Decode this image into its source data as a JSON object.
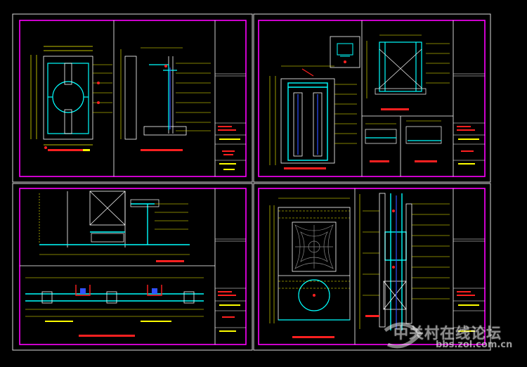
{
  "watermark": {
    "site_name": "中关村在线论坛",
    "site_url": "bbs.zol.com.cn"
  },
  "colors": {
    "background": "#000000",
    "sheet_border": "#ff00ff",
    "frame_line": "#ffffff",
    "dim_yellow": "#ffff00",
    "cyan": "#00ffff",
    "red": "#ff2020",
    "white": "#ffffff",
    "blue": "#3050ff",
    "green": "#00ff00"
  },
  "sheets": [
    {
      "id": "sheet-top-left",
      "content": "door elevation with round window and section"
    },
    {
      "id": "sheet-top-right",
      "content": "cabinet elevation and details"
    },
    {
      "id": "sheet-bottom-left",
      "content": "wall section and plan detail"
    },
    {
      "id": "sheet-bottom-right",
      "content": "decorative screen elevation and section"
    }
  ]
}
